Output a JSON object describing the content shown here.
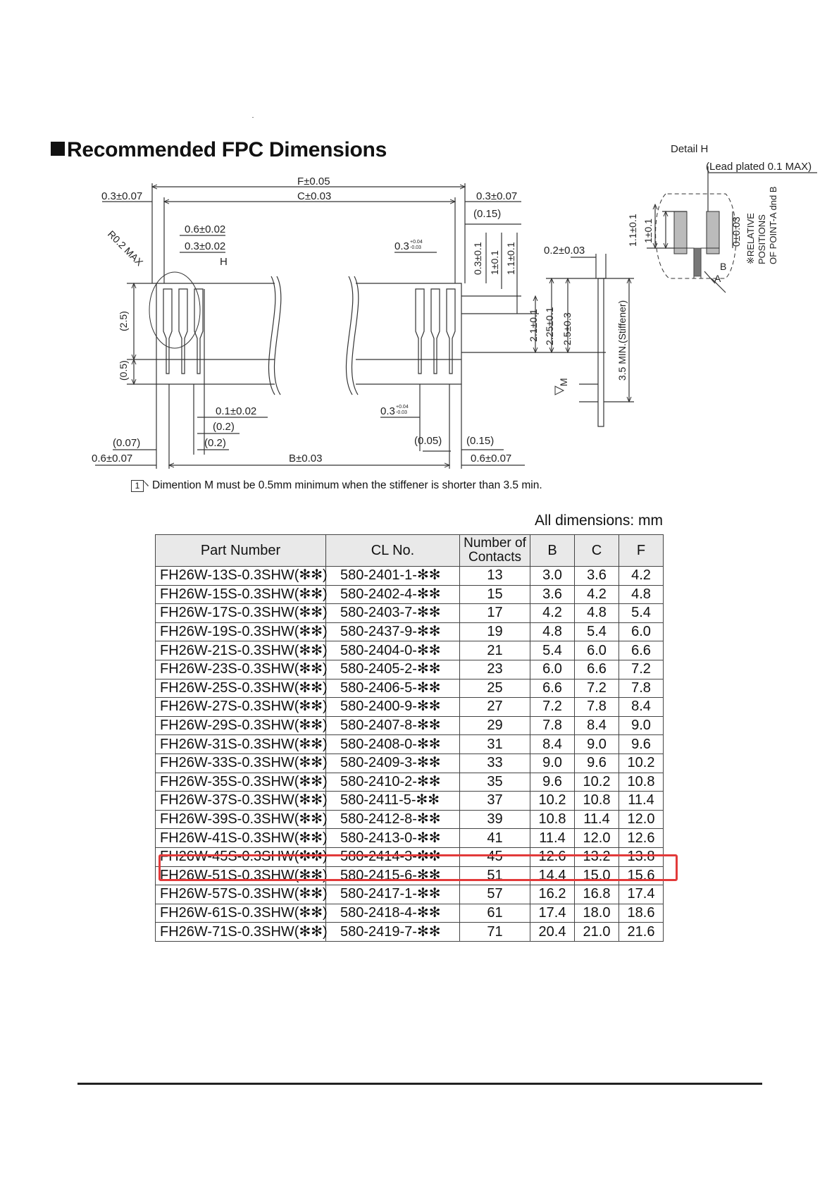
{
  "title": "Recommended FPC Dimensions",
  "drawing": {
    "detail_label": "Detail H",
    "lead_plated": "(Lead plated 0.1 MAX)",
    "detail_dims": [
      "1.1±0.1",
      "1±0.1",
      "0±0.03"
    ],
    "relative_note": [
      "※RELATIVE",
      "POSITIONS",
      "OF POINT-A dnd B"
    ],
    "point_a": "A",
    "point_b": "B",
    "f_dim": "F±0.05",
    "c_dim": "C±0.03",
    "b_dim": "B±0.03",
    "top_left": "0.3±0.07",
    "top_right": "0.3±0.07",
    "right_015_top": "(0.15)",
    "r02": "R0.2 MAX",
    "dim_06_002": "0.6±0.02",
    "dim_03_002": "0.3±0.02",
    "h_label": "H",
    "dim_03_tol_top": "0.3",
    "tol_sup": "+0.04",
    "tol_sub": "-0.03",
    "vert_right": [
      "0.3±0.1",
      "1±0.1",
      "1.1±0.1"
    ],
    "dim_02_003": "0.2±0.03",
    "vert_side": [
      "2.1±0.1",
      "2.25±0.1",
      "2.5±0.3"
    ],
    "stiffener": "3.5 MIN.(Stiffener)",
    "m_label": "M",
    "left_25": "(2.5)",
    "left_05": "(0.5)",
    "dim_01_002": "0.1±0.02",
    "dim_02a": "(0.2)",
    "dim_02b": "(0.2)",
    "dim_007": "(0.07)",
    "dim_06_007_left": "0.6±0.07",
    "dim_03_tol_bottom": "0.3",
    "dim_005": "(0.05)",
    "dim_015_bottom": "(0.15)",
    "dim_06_007_right": "0.6±0.07"
  },
  "note": {
    "number": "1",
    "text": "Dimention M must be 0.5mm minimum when the stiffener is shorter than 3.5 min."
  },
  "units": "All dimensions: mm",
  "table": {
    "headers": [
      "Part Number",
      "CL No.",
      "Number of Contacts",
      "B",
      "C",
      "F"
    ],
    "rows": [
      [
        "FH26W-13S-0.3SHW(✻✻)",
        "580-2401-1-✻✻",
        "13",
        "3.0",
        "3.6",
        "4.2"
      ],
      [
        "FH26W-15S-0.3SHW(✻✻)",
        "580-2402-4-✻✻",
        "15",
        "3.6",
        "4.2",
        "4.8"
      ],
      [
        "FH26W-17S-0.3SHW(✻✻)",
        "580-2403-7-✻✻",
        "17",
        "4.2",
        "4.8",
        "5.4"
      ],
      [
        "FH26W-19S-0.3SHW(✻✻)",
        "580-2437-9-✻✻",
        "19",
        "4.8",
        "5.4",
        "6.0"
      ],
      [
        "FH26W-21S-0.3SHW(✻✻)",
        "580-2404-0-✻✻",
        "21",
        "5.4",
        "6.0",
        "6.6"
      ],
      [
        "FH26W-23S-0.3SHW(✻✻)",
        "580-2405-2-✻✻",
        "23",
        "6.0",
        "6.6",
        "7.2"
      ],
      [
        "FH26W-25S-0.3SHW(✻✻)",
        "580-2406-5-✻✻",
        "25",
        "6.6",
        "7.2",
        "7.8"
      ],
      [
        "FH26W-27S-0.3SHW(✻✻)",
        "580-2400-9-✻✻",
        "27",
        "7.2",
        "7.8",
        "8.4"
      ],
      [
        "FH26W-29S-0.3SHW(✻✻)",
        "580-2407-8-✻✻",
        "29",
        "7.8",
        "8.4",
        "9.0"
      ],
      [
        "FH26W-31S-0.3SHW(✻✻)",
        "580-2408-0-✻✻",
        "31",
        "8.4",
        "9.0",
        "9.6"
      ],
      [
        "FH26W-33S-0.3SHW(✻✻)",
        "580-2409-3-✻✻",
        "33",
        "9.0",
        "9.6",
        "10.2"
      ],
      [
        "FH26W-35S-0.3SHW(✻✻)",
        "580-2410-2-✻✻",
        "35",
        "9.6",
        "10.2",
        "10.8"
      ],
      [
        "FH26W-37S-0.3SHW(✻✻)",
        "580-2411-5-✻✻",
        "37",
        "10.2",
        "10.8",
        "11.4"
      ],
      [
        "FH26W-39S-0.3SHW(✻✻)",
        "580-2412-8-✻✻",
        "39",
        "10.8",
        "11.4",
        "12.0"
      ],
      [
        "FH26W-41S-0.3SHW(✻✻)",
        "580-2413-0-✻✻",
        "41",
        "11.4",
        "12.0",
        "12.6"
      ],
      [
        "FH26W-45S-0.3SHW(✻✻)",
        "580-2414-3-✻✻",
        "45",
        "12.6",
        "13.2",
        "13.8"
      ],
      [
        "FH26W-51S-0.3SHW(✻✻)",
        "580-2415-6-✻✻",
        "51",
        "14.4",
        "15.0",
        "15.6"
      ],
      [
        "FH26W-57S-0.3SHW(✻✻)",
        "580-2417-1-✻✻",
        "57",
        "16.2",
        "16.8",
        "17.4"
      ],
      [
        "FH26W-61S-0.3SHW(✻✻)",
        "580-2418-4-✻✻",
        "61",
        "17.4",
        "18.0",
        "18.6"
      ],
      [
        "FH26W-71S-0.3SHW(✻✻)",
        "580-2419-7-✻✻",
        "71",
        "20.4",
        "21.0",
        "21.6"
      ]
    ],
    "highlighted_row": 15,
    "highlight_color": "#e23a3a"
  }
}
